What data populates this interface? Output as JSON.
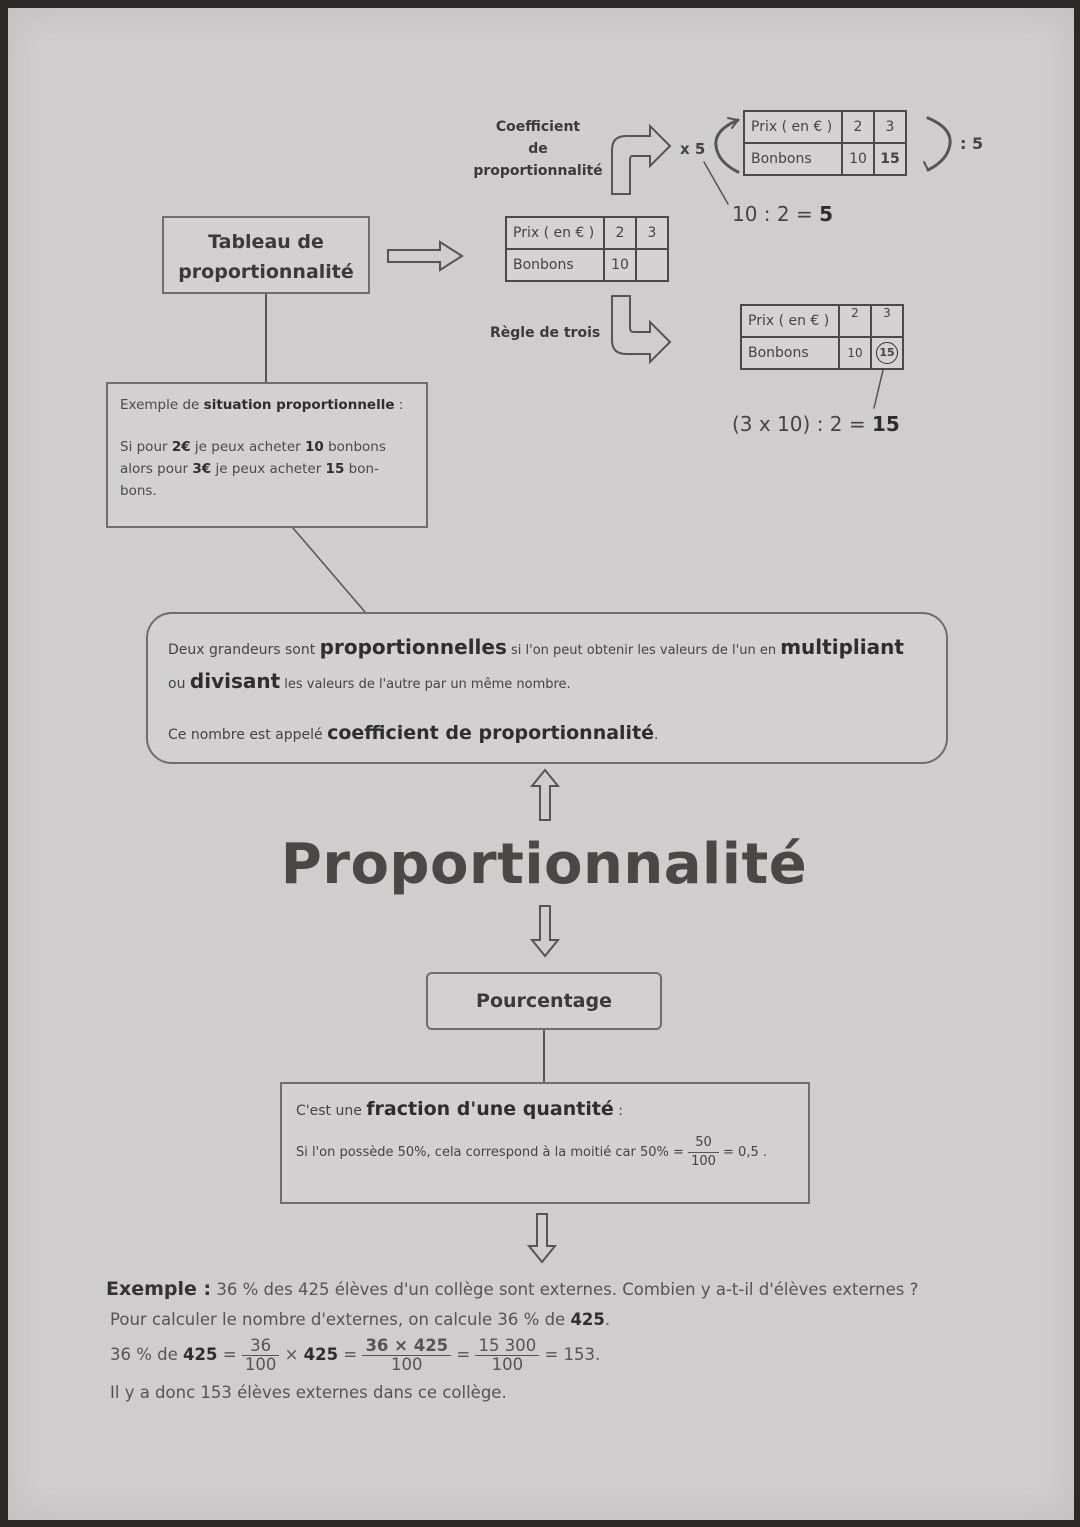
{
  "title": "Proportionnalité",
  "tableau": {
    "heading_line1": "Tableau de",
    "heading_line2": "proportionnalité"
  },
  "tables": {
    "row1_label": "Prix ( en € )",
    "row2_label": "Bonbons",
    "main": {
      "c1": "2",
      "c2": "3",
      "d1": "10",
      "d2": ""
    },
    "coef": {
      "c1": "2",
      "c2": "3",
      "d1": "10",
      "d2": "15"
    },
    "trois": {
      "c1": "2",
      "c2": "3",
      "d1": "10",
      "d2": "15"
    }
  },
  "coefficient": {
    "label_line1": "Coefficient",
    "label_line2": "de",
    "label_line3": "proportionnalité",
    "mult": "x 5",
    "div": ": 5",
    "calc_a": "10 : 2 = ",
    "calc_b": "5"
  },
  "regle": {
    "label": "Règle de trois",
    "calc_a": "(3 x 10) : 2 = ",
    "calc_b": "15"
  },
  "exemple_situation": {
    "title_a": "Exemple de ",
    "title_b": "situation proportionnelle",
    "title_c": " :",
    "l1_a": "Si pour ",
    "l1_b": "2€",
    "l1_c": " je peux acheter ",
    "l1_d": "10",
    "l1_e": " bonbons",
    "l2_a": "alors pour  ",
    "l2_b": "3€",
    "l2_c": " je peux acheter ",
    "l2_d": "15",
    "l2_e": " bon-",
    "l3": "bons."
  },
  "definition": {
    "p1_a": "Deux grandeurs sont ",
    "p1_b": "proportionnelles",
    "p1_c": " si l'on peut obtenir les valeurs de l'un en ",
    "p1_d": "multipliant",
    "p2_a": "ou ",
    "p2_b": "divisant",
    "p2_c": " les valeurs de l'autre par un même nombre.",
    "p3_a": "Ce nombre est appelé ",
    "p3_b": "coefficient de proportionnalité",
    "p3_c": "."
  },
  "pourcentage": {
    "heading": "Pourcentage",
    "l1_a": "C'est une ",
    "l1_b": "fraction d'une quantité",
    "l1_c": " :",
    "l2_a": "Si l'on possède 50%, cela correspond à la moitié car 50% = ",
    "frac_num": "50",
    "frac_den": "100",
    "l2_b": " = 0,5 ."
  },
  "exemple": {
    "label": "Exemple :",
    "q": " 36 % des 425 élèves d'un collège sont externes. Combien y a-t-il d'élèves externes ?",
    "l2_a": "Pour calculer le nombre d'externes, on calcule 36 % de ",
    "l2_b": "425",
    "l2_c": ".",
    "l3_a": "36 % de ",
    "l3_b": "425",
    "l3_c": " = ",
    "f1_num": "36",
    "f1_den": "100",
    "times": " × ",
    "t_425": "425",
    "eq": " = ",
    "f2_num": "36 × 425",
    "f2_den": "100",
    "f3_num": "15 300",
    "f3_den": "100",
    "result": " = 153.",
    "l4": "Il y a donc 153 élèves externes dans ce collège."
  }
}
